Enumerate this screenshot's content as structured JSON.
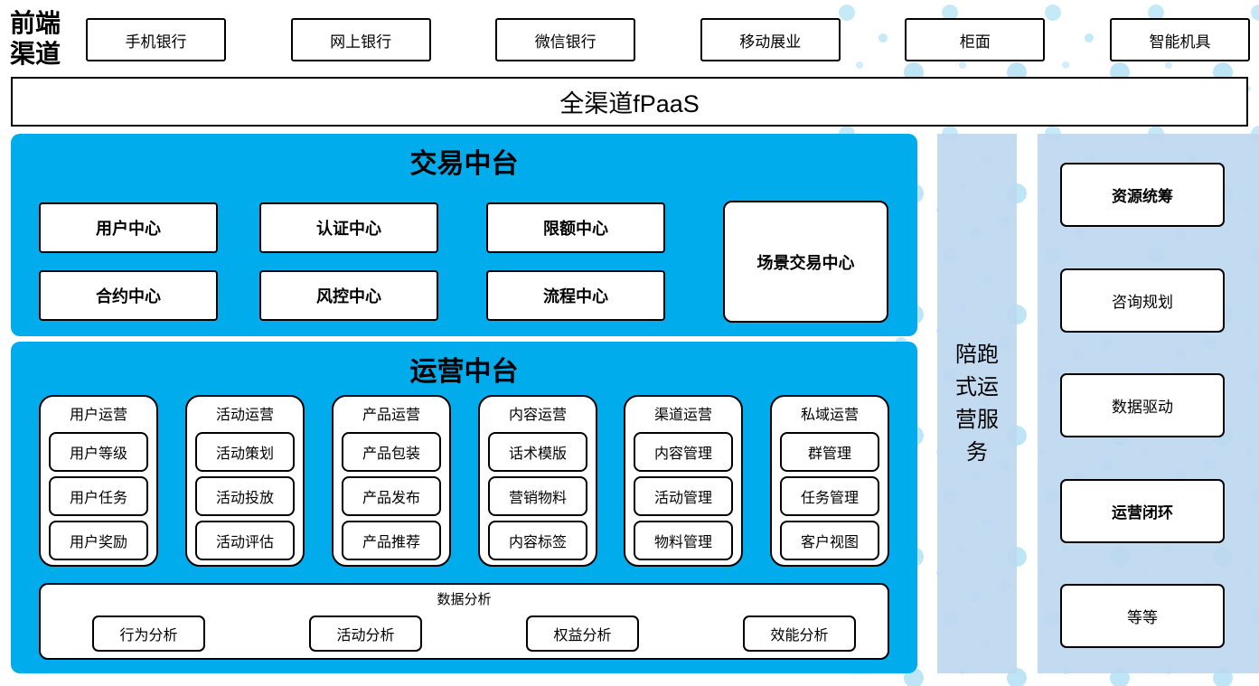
{
  "front_channels": {
    "label": "前端渠道",
    "items": [
      "手机银行",
      "网上银行",
      "微信银行",
      "移动展业",
      "柜面",
      "智能机具"
    ]
  },
  "fpaas": {
    "label": "全渠道fPaaS"
  },
  "transaction": {
    "title": "交易中台",
    "centers_row1": [
      "用户中心",
      "认证中心",
      "限额中心"
    ],
    "centers_row2": [
      "合约中心",
      "风控中心",
      "流程中心"
    ],
    "scenario_center": "场景交易中心"
  },
  "operation": {
    "title": "运营中台",
    "columns": [
      {
        "title": "用户运营",
        "items": [
          "用户等级",
          "用户任务",
          "用户奖励"
        ]
      },
      {
        "title": "活动运营",
        "items": [
          "活动策划",
          "活动投放",
          "活动评估"
        ]
      },
      {
        "title": "产品运营",
        "items": [
          "产品包装",
          "产品发布",
          "产品推荐"
        ]
      },
      {
        "title": "内容运营",
        "items": [
          "话术模版",
          "营销物料",
          "内容标签"
        ]
      },
      {
        "title": "渠道运营",
        "items": [
          "内容管理",
          "活动管理",
          "物料管理"
        ]
      },
      {
        "title": "私域运营",
        "items": [
          "群管理",
          "任务管理",
          "客户视图"
        ]
      }
    ],
    "analysis": {
      "title": "数据分析",
      "items": [
        "行为分析",
        "活动分析",
        "权益分析",
        "效能分析"
      ]
    }
  },
  "side_service": {
    "label": "陪跑式运营服务"
  },
  "right_panel": {
    "items": [
      "资源统筹",
      "咨询规划",
      "数据驱动",
      "运营闭环",
      "等等"
    ]
  },
  "colors": {
    "primary_blue": "#00ACEC",
    "light_blue": "#BDD7EE",
    "dot_blue": "#C6E9F8",
    "border": "#000000"
  }
}
